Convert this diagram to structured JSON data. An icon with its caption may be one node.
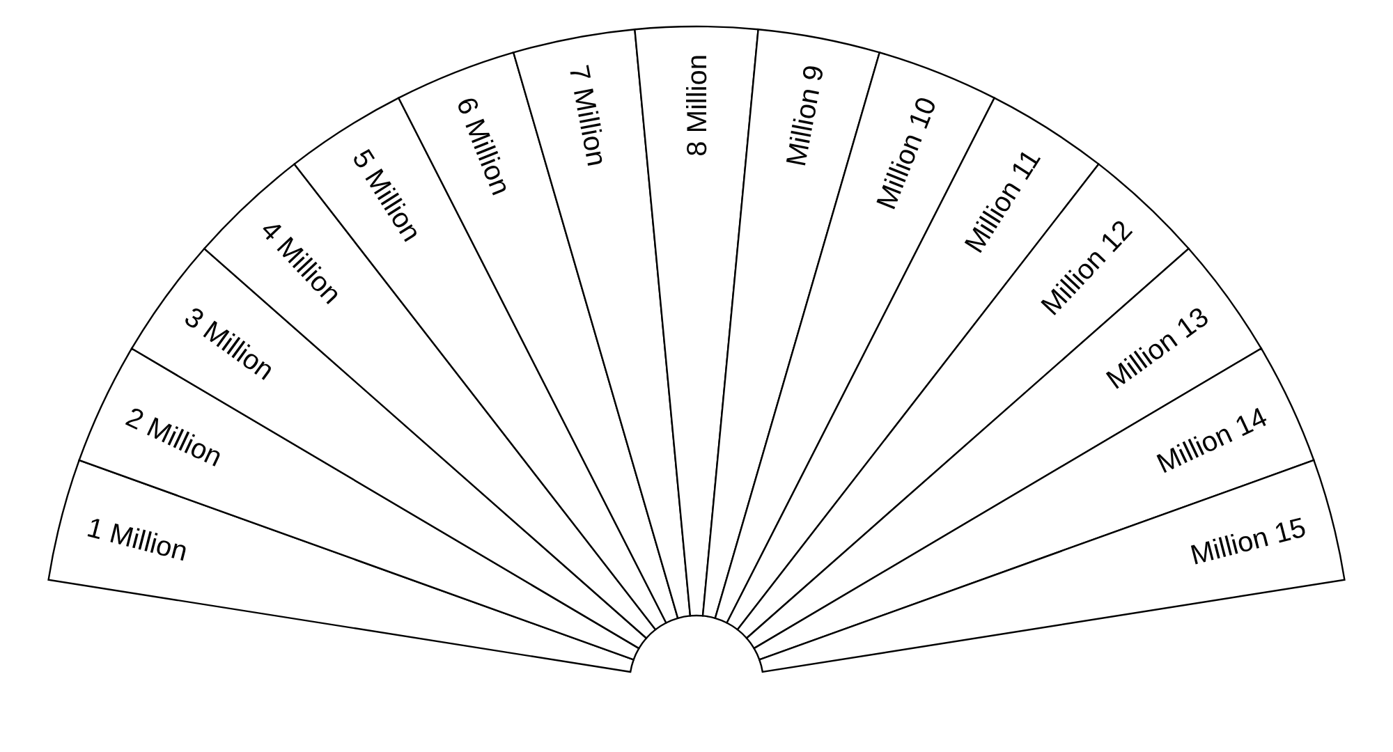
{
  "diagram": {
    "nodes": [
      {
        "text": [
          "1 Million"
        ]
      },
      {
        "text": [
          "2 Million"
        ]
      },
      {
        "text": [
          "3 Million"
        ]
      },
      {
        "text": [
          "4 Million"
        ]
      },
      {
        "text": [
          "5 Million"
        ]
      },
      {
        "text": [
          "6 Million"
        ]
      },
      {
        "text": [
          "7 Million"
        ]
      },
      {
        "text": [
          "8 Million"
        ]
      },
      {
        "text": [
          "Million 9"
        ]
      },
      {
        "text": [
          "Million 10"
        ]
      },
      {
        "text": [
          "Million 11"
        ]
      },
      {
        "text": [
          "Million 12"
        ]
      },
      {
        "text": [
          "Million 13"
        ]
      },
      {
        "text": [
          "Million 14"
        ]
      },
      {
        "text": [
          "Million 15"
        ]
      }
    ]
  }
}
